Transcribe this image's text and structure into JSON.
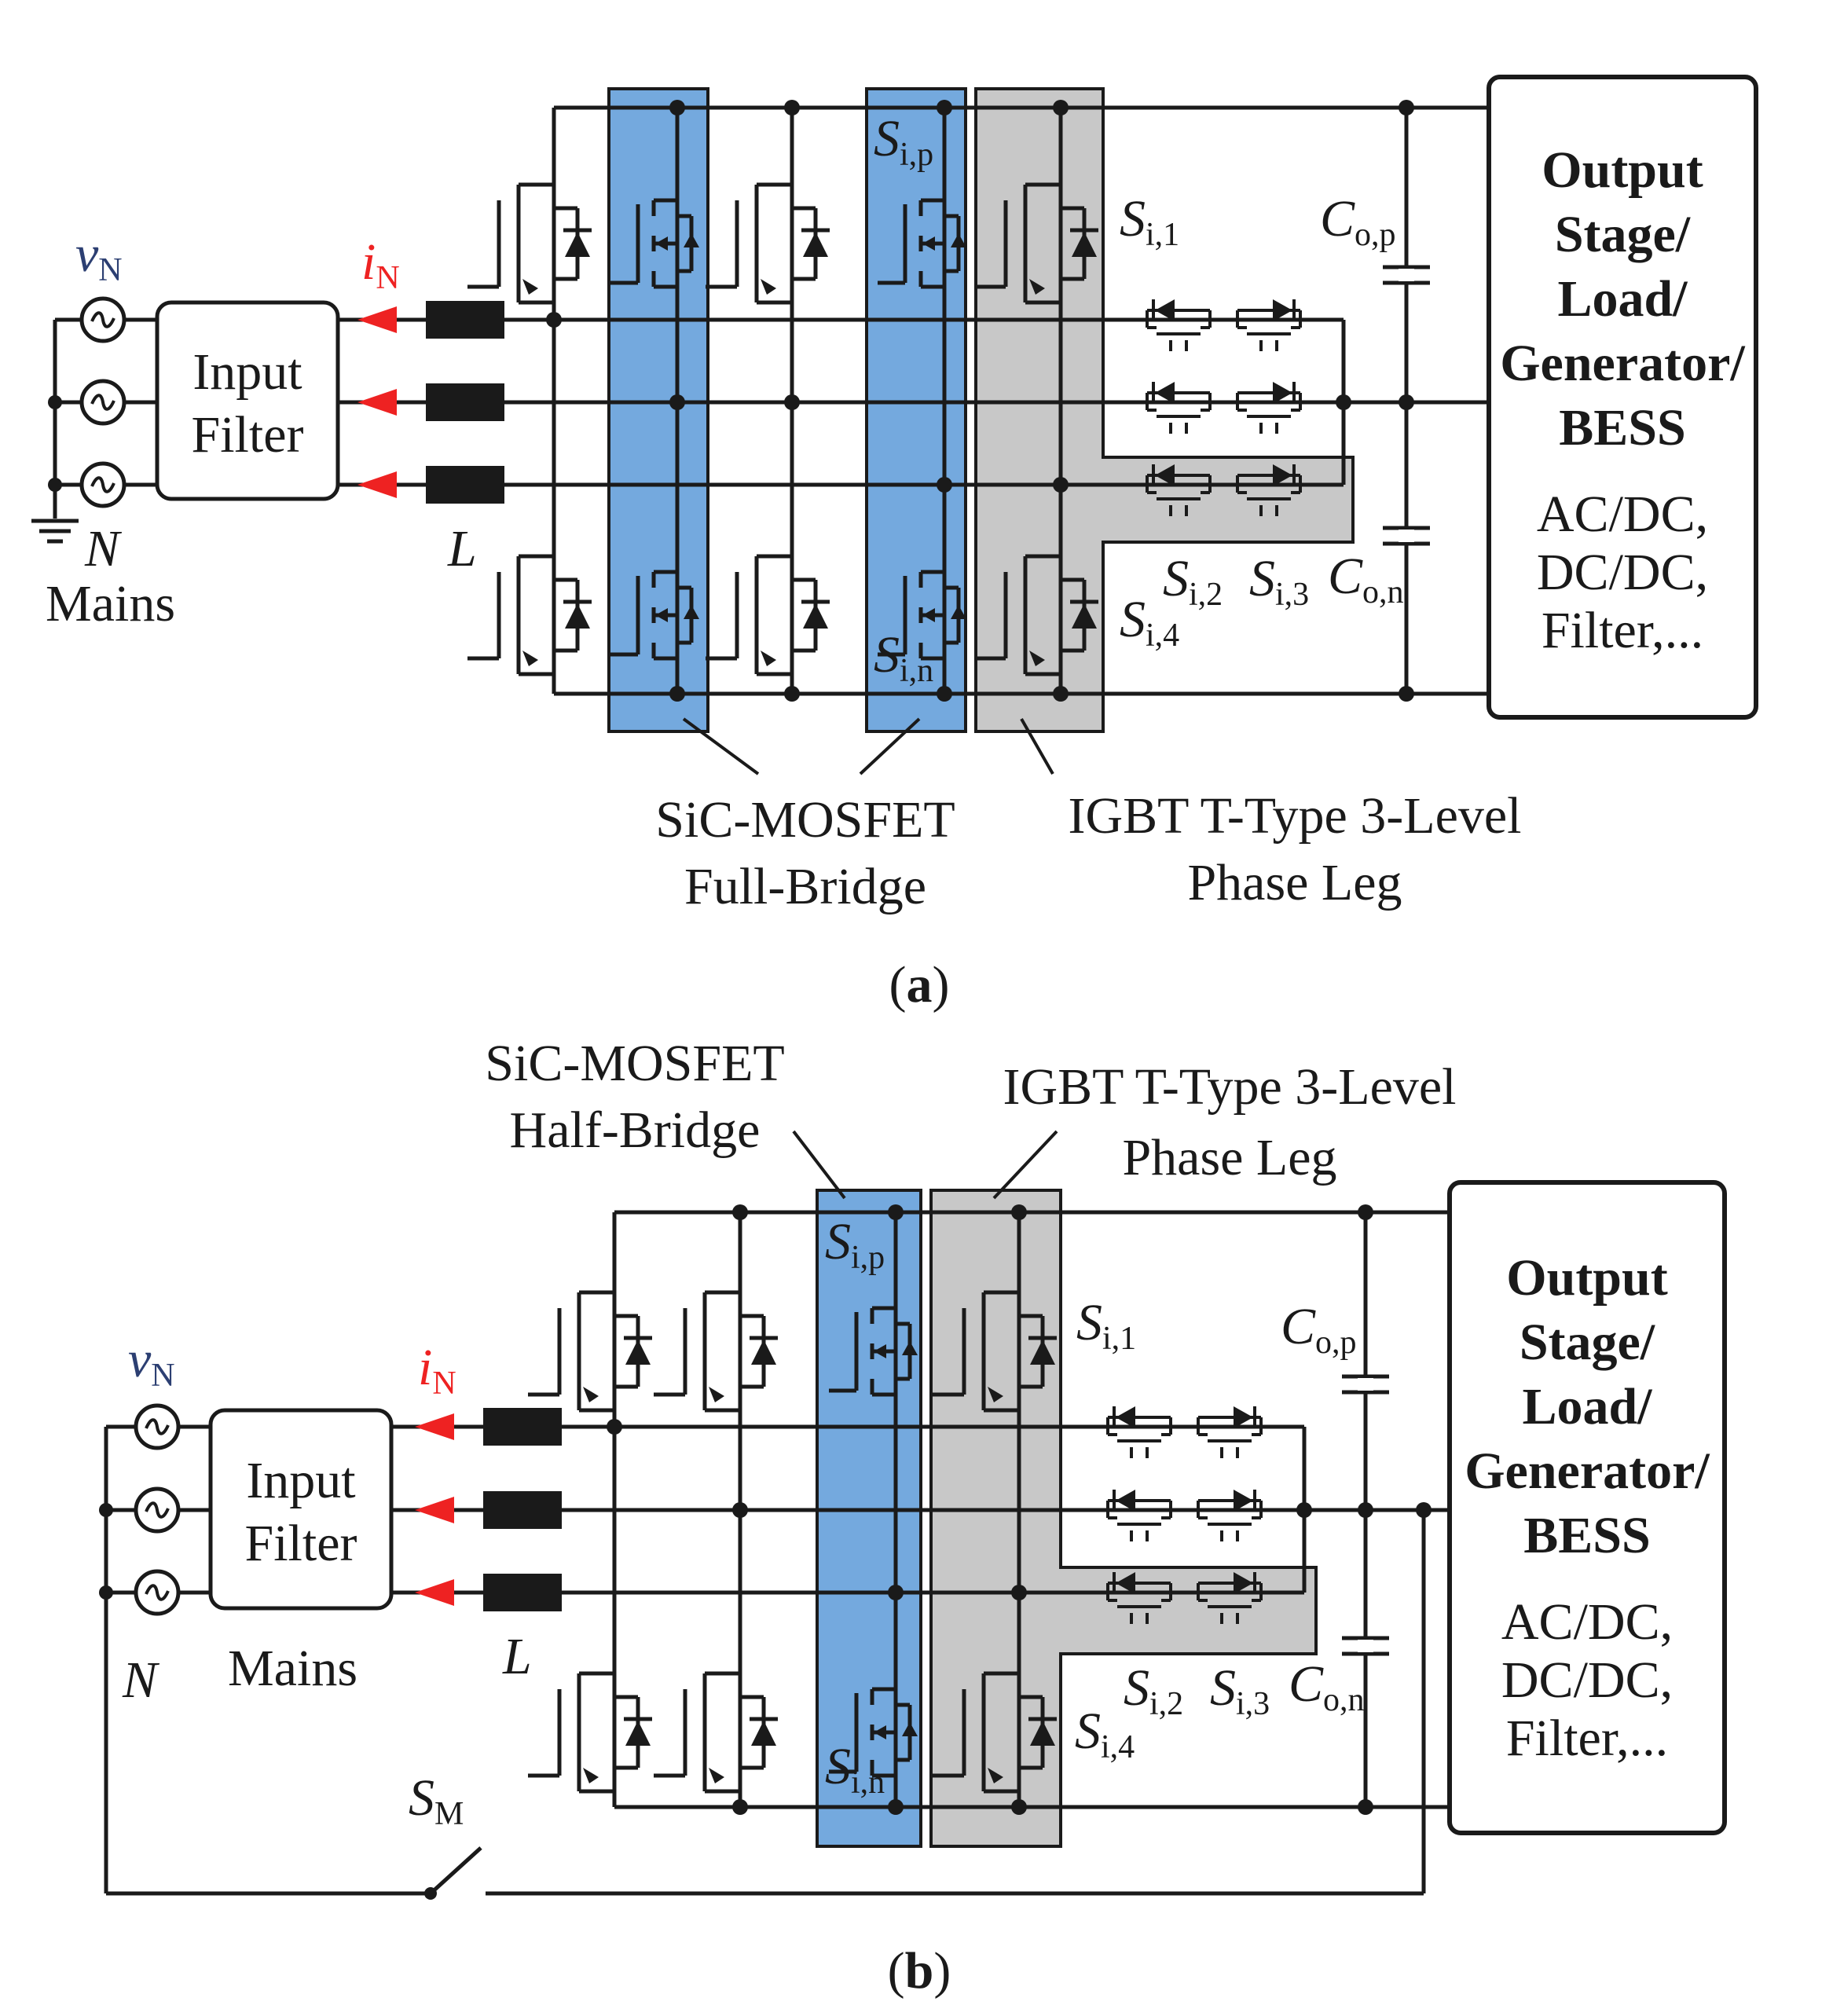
{
  "colors": {
    "sic_region": "#74a9de",
    "igbt_region": "#c8c8c8",
    "current_arrow": "#ee2222",
    "voltage_label": "#2c3f72",
    "current_label": "#ee2222",
    "wire": "#1a1a1a"
  },
  "labels": {
    "vN_base": "v",
    "vN_sub": "N",
    "iN_base": "i",
    "iN_sub": "N",
    "input_filter_line1": "Input",
    "input_filter_line2": "Filter",
    "neutral": "N",
    "mains": "Mains",
    "inductor": "L",
    "s_base": "S",
    "sip_sub": "i,p",
    "sin_sub": "i,n",
    "si1_sub": "i,1",
    "si2_sub": "i,2",
    "si3_sub": "i,3",
    "si4_sub": "i,4",
    "c_base": "C",
    "cop_sub": "o,p",
    "con_sub": "o,n",
    "sm_sub": "M",
    "output_bold": [
      "Output",
      "Stage/",
      "Load/",
      "Generator/",
      "BESS"
    ],
    "output_plain": [
      "AC/DC,",
      "DC/DC,",
      "Filter,..."
    ]
  },
  "panel_a": {
    "caption": "(a)",
    "caption_letter": "a",
    "sic_label": [
      "SiC-MOSFET",
      "Full-Bridge"
    ],
    "igbt_label": [
      "IGBT T-Type 3-Level",
      "Phase Leg"
    ]
  },
  "panel_b": {
    "caption": "(b)",
    "caption_letter": "b",
    "sic_label": [
      "SiC-MOSFET",
      "Half-Bridge"
    ],
    "igbt_label": [
      "IGBT T-Type 3-Level",
      "Phase Leg"
    ]
  }
}
